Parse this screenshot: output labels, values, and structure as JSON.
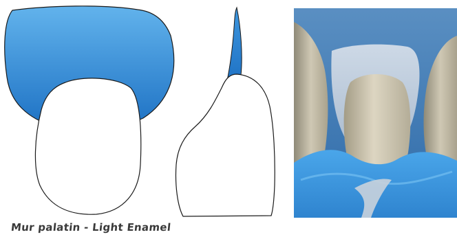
{
  "caption": "Mur palatin - Light Enamel",
  "colors": {
    "shell_top": "#5fb0ea",
    "shell_bottom": "#1f74c6",
    "outline": "#1a1a1a",
    "photo_background": "#2f6fb0",
    "dam_blue": "#3a9be0"
  },
  "figures": [
    {
      "name": "frontal-view",
      "description_label": ""
    },
    {
      "name": "sagittal-view",
      "description_label": ""
    },
    {
      "name": "clinical-photo",
      "description_label": ""
    }
  ]
}
